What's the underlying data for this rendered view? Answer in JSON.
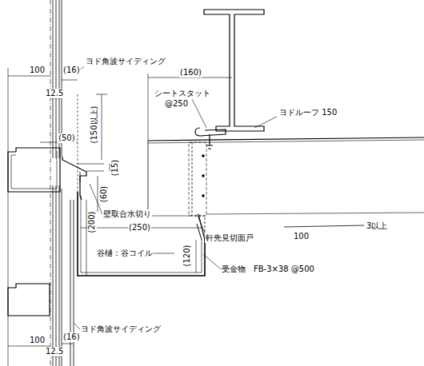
{
  "diagram": {
    "labels": [
      "100",
      "12.5",
      "(16)",
      "ヨド角波サイディング",
      "(160)",
      "シートスタット",
      "@250",
      "ヨドルーフ 150",
      "(150以上)",
      "(50)",
      "(15)",
      "(60)",
      "(200)",
      "壁取合水切り",
      "(250)",
      "(120)",
      "谷樋：谷コイル",
      "軒先見切面戸",
      "3以上",
      "100",
      "受金物　FB-3×38 @500",
      "ヨド角波サイディング",
      "100",
      "12.5",
      "(16)"
    ]
  }
}
